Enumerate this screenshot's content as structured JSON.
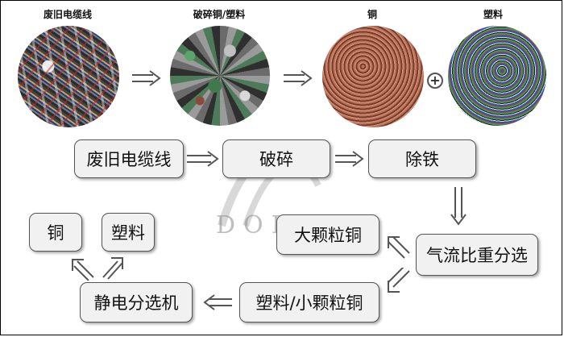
{
  "photos": [
    {
      "label": "废旧电缆线"
    },
    {
      "label": "破碎铜/塑料"
    },
    {
      "label": "铜"
    },
    {
      "label": "塑料"
    }
  ],
  "plus_icon": "plus-circle-icon",
  "flow": {
    "waste_cable": "废旧电缆线",
    "crushing": "破碎",
    "iron_removal": "除铁",
    "airflow_gravity_separation": "气流比重分选",
    "large_copper": "大颗粒铜",
    "plastic_small_copper": "塑料/小颗粒铜",
    "electrostatic_separator": "静电分选机",
    "copper": "铜",
    "plastic": "塑料"
  },
  "watermark": {
    "text": "DOING"
  },
  "colors": {
    "box_fill": "#f1f1f1",
    "box_border": "#555555",
    "arrow": "#555555"
  }
}
